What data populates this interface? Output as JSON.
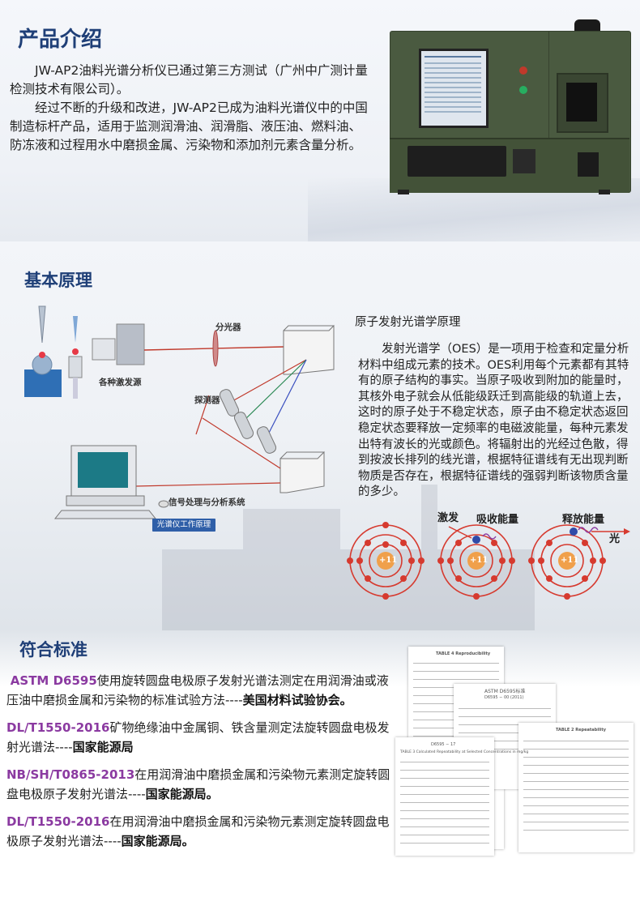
{
  "intro": {
    "title": "产品介绍",
    "p1": "JW-AP2油料光谱分析仪已通过第三方测试（广州中广测计量检测技术有限公司）。",
    "p2": "经过不断的升级和改进，JW-AP2已成为油料光谱仪中的中国制造标杆产品，适用于监测润滑油、润滑脂、液压油、燃料油、防冻液和过程用水中磨损金属、污染物和添加剂元素含量分析。"
  },
  "principle": {
    "title": "基本原理",
    "diagram": {
      "label_splitter": "分光器",
      "label_sources": "各种激发源",
      "label_detector": "探测器",
      "label_signal": "信号处理与分析系统",
      "caption": "光谱仪工作原理"
    },
    "oes_title": "原子发射光谱学原理",
    "oes_text": "发射光谱学（OES）是一项用于检查和定量分析材料中组成元素的技术。OES利用每个元素都有其特有的原子结构的事实。当原子吸收到附加的能量时，其核外电子就会从低能级跃迁到高能级的轨道上去，这时的原子处于不稳定状态，原子由不稳定状态返回稳定状态要释放一定频率的电磁波能量，每种元素发出特有波长的光或颜色。将辐射出的光经过色散，得到按波长排列的线光谱，根据特征谱线有无出现判断物质是否存在，根据特征谱线的强弱判断该物质含量的多少。",
    "atoms": {
      "label_excite": "激发",
      "label_absorb": "吸收能量",
      "label_release": "释放能量",
      "label_light": "光",
      "nucleus": "+11"
    }
  },
  "standards": {
    "title": "符合标准",
    "items": [
      {
        "code": "ASTM D6595",
        "text": "使用旋转圆盘电极原子发射光谱法测定在用润滑油或液压油中磨损金属和污染物的标准试验方法----",
        "org": "美国材料试验协会。"
      },
      {
        "code": "DL/T1550-2016",
        "text": "矿物绝缘油中金属铜、铁含量测定法旋转圆盘电极发射光谱法----",
        "org": "国家能源局"
      },
      {
        "code": "NB/SH/T0865-2013",
        "text": "在用润滑油中磨损金属和污染物元素测定旋转圆盘电极原子发射光谱法----",
        "org": "国家能源局。"
      },
      {
        "code": "DL/T1550-2016",
        "text": "在用润滑油中磨损金属和污染物元素测定旋转圆盘电极原子发射光谱法----",
        "org": "国家能源局。"
      }
    ],
    "doc_header_1": "TABLE 4 Reproducibility",
    "doc_header_2": "ASTM D6595标准",
    "doc_header_3": "D6595 − 00 (2011)",
    "doc_header_4": "TABLE 2 Repeatability",
    "doc_header_5": "D6595 − 17",
    "doc_header_6": "TABLE 3 Calculated Repeatability at Selected Concentrations in mg/kg"
  },
  "colors": {
    "heading": "#1f3f77",
    "code": "#8b3aa1",
    "instrument": "#4a5a40"
  }
}
